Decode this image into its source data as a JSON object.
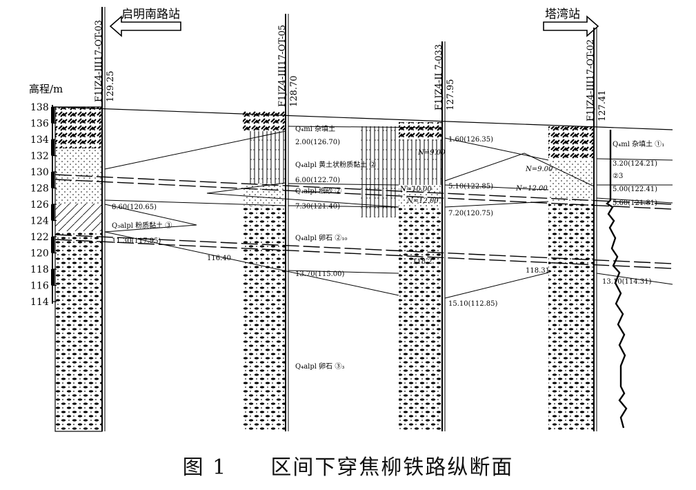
{
  "caption": {
    "label": "图 1",
    "text": "区间下穿焦柳铁路纵断面"
  },
  "axis": {
    "title": "高程/m",
    "ticks": [
      "138",
      "136",
      "134",
      "132",
      "130",
      "128",
      "126",
      "124",
      "122",
      "120",
      "118",
      "116",
      "114"
    ]
  },
  "stations": {
    "left": "启明南路站",
    "right": "塔湾站"
  },
  "boreholes": [
    {
      "id": "F1JZ4-III17-QT-03",
      "elevation": "129.25"
    },
    {
      "id": "F1JZ4-III17-QT-05",
      "elevation": "128.70"
    },
    {
      "id": "F1JZ4-II 7-033",
      "elevation": "127.95"
    },
    {
      "id": "F1JZ4-III17-QT-02",
      "elevation": "127.41"
    }
  ],
  "depth_labels": {
    "b1": [
      "8.60(120.65)",
      "11.30(117.95)"
    ],
    "b2": [
      "2.00(126.70)",
      "6.00(122.70)",
      "7.30(121.40)",
      "13.70(115.00)"
    ],
    "b3": [
      "1.60(126.35)",
      "5.10(122.85)",
      "7.20(120.75)",
      "15.10(112.85)"
    ],
    "b4": [
      "3.20(124.21)",
      "5.00(122.41)",
      "5.60(121.81)",
      "13.10(114.31)"
    ]
  },
  "layers": {
    "fill_b2": "Q₄ml 杂填土",
    "loess": "Q₄alpl 黄土状粉质黏土 ②",
    "fine_sand": "Q₄alpl 细砂 ②",
    "silty_clay": "Q₃alpl 粉质黏土 ③",
    "gravel_upper": "Q₄alpl 卵石 ②₁₀",
    "gravel_lower": "Q₄alpl 卵石 ③₃",
    "fill_b4": "Q₄ml 杂填土 ①₁",
    "sub23": "②3"
  },
  "spt": {
    "n1": "N=9.00",
    "n2": "N=10.00",
    "n3": "N=12.00",
    "n4": "N=9.00",
    "n5": "N=12.00"
  },
  "misc": {
    "v116_40": "116.40",
    "v118_2": "118.2",
    "v118_31": "118.31"
  }
}
